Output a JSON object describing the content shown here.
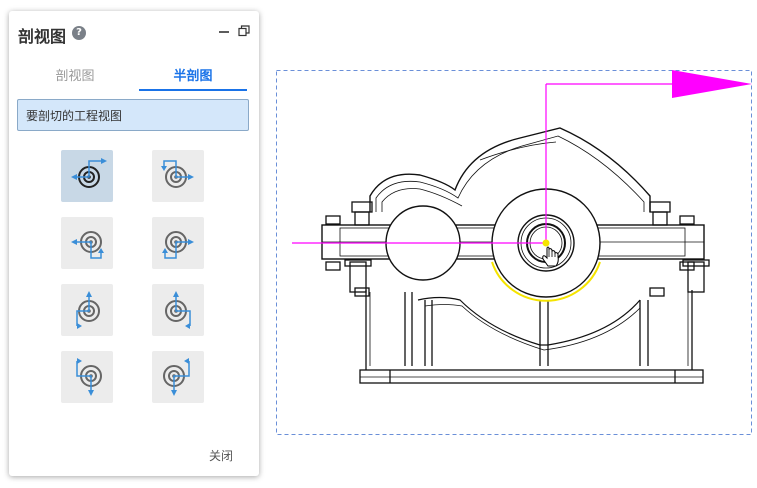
{
  "panel": {
    "title": "剖视图",
    "help_glyph": "?",
    "tabs": [
      {
        "label": "剖视图",
        "active": false
      },
      {
        "label": "半剖图",
        "active": true
      }
    ],
    "selector_label": "要剖切的工程视图",
    "options": [
      {
        "icon": "half-section-right-up-icon",
        "selected": true
      },
      {
        "icon": "half-section-left-up-icon",
        "selected": false
      },
      {
        "icon": "half-section-right-down-icon",
        "selected": false
      },
      {
        "icon": "half-section-left-down-icon",
        "selected": false
      },
      {
        "icon": "half-section-down-left-icon",
        "selected": false
      },
      {
        "icon": "half-section-down-right-icon",
        "selected": false
      },
      {
        "icon": "half-section-up-left-icon",
        "selected": false
      },
      {
        "icon": "half-section-up-right-icon",
        "selected": false
      }
    ],
    "close_label": "关闭"
  },
  "colors": {
    "accent": "#1a73e8",
    "section_line": "#ff00ff",
    "highlight_arc": "#f5e400",
    "selection_box": "#6a8fd8"
  }
}
